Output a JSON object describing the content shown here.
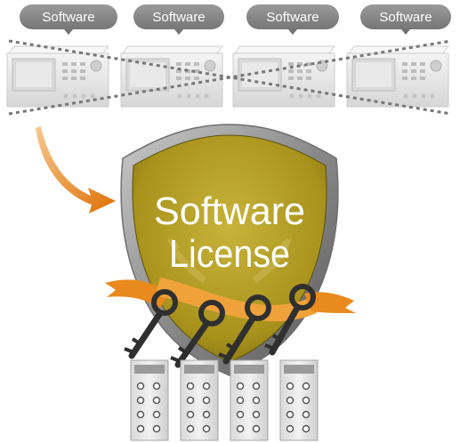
{
  "software_pills": [
    {
      "label": "Software"
    },
    {
      "label": "Software"
    },
    {
      "label": "Software"
    },
    {
      "label": "Software"
    }
  ],
  "shield": {
    "line1": "Software",
    "line2": "License"
  },
  "colors": {
    "pill": "#8a8a8a",
    "instrument": "#e6e6e6",
    "shield_gold": "#bba52a",
    "shield_rim": "#8c8c8c",
    "arrow": "#e8800f",
    "ribbon": "#f0a23a",
    "key": "#3a3a3a"
  },
  "icons": [
    "instrument-icon",
    "cross-out-icon",
    "arrow-icon",
    "shield-icon",
    "key-icon",
    "module-icon",
    "laurel-icon",
    "ribbon-icon"
  ]
}
